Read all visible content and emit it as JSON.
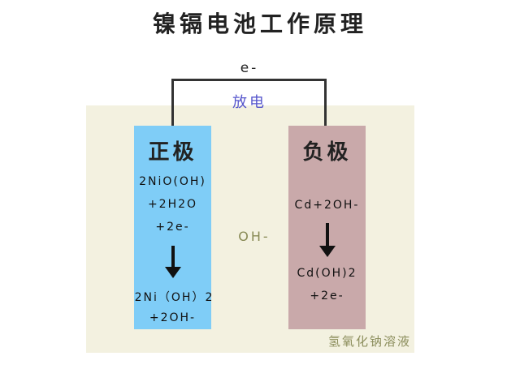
{
  "title": "镍镉电池工作原理",
  "circuit": {
    "electron_label": "e-",
    "mode_label": "放电",
    "mode_color": "#5555cc"
  },
  "cathode": {
    "label": "正极",
    "color": "#7fcdf7",
    "reactants": [
      "2NiO(OH)",
      "+2H2O",
      "+2e-"
    ],
    "products": [
      "2Ni（OH）2",
      "+2OH-"
    ]
  },
  "anode": {
    "label": "负极",
    "color": "#c9a9aa",
    "reactants": [
      "Cd+2OH-"
    ],
    "products": [
      "Cd(OH)2",
      "+2e-"
    ]
  },
  "electrolyte": {
    "ion_label": "OH-",
    "solution_label": "氢氧化钠溶液",
    "color": "#f3f1e0"
  }
}
